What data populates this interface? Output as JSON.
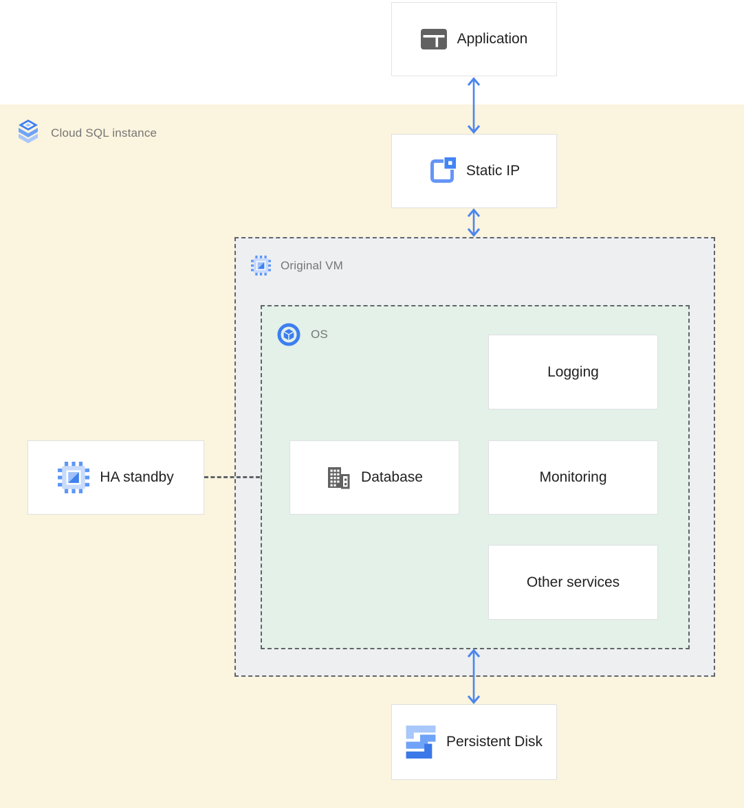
{
  "diagram": {
    "zones": {
      "cloud_sql": {
        "label": "Cloud SQL instance",
        "icon": "cloud-sql-icon",
        "bg": "#FBF4DE"
      },
      "original_vm": {
        "label": "Original VM",
        "icon": "compute-engine-icon",
        "bg": "#EDEFF1"
      },
      "os": {
        "label": "OS",
        "icon": "os-icon",
        "bg": "#E3F1E9"
      }
    },
    "nodes": {
      "application": {
        "label": "Application",
        "icon": "app-window-icon"
      },
      "static_ip": {
        "label": "Static IP",
        "icon": "external-ip-icon"
      },
      "ha_standby": {
        "label": "HA standby",
        "icon": "compute-engine-icon"
      },
      "database": {
        "label": "Database",
        "icon": "building-icon"
      },
      "logging": {
        "label": "Logging"
      },
      "monitoring": {
        "label": "Monitoring"
      },
      "other_services": {
        "label": "Other services"
      },
      "persistent_disk": {
        "label": "Persistent\nDisk",
        "icon": "persistent-disk-icon"
      }
    },
    "connections": [
      {
        "from": "application",
        "to": "static_ip",
        "style": "double-arrow",
        "color": "#4285F4"
      },
      {
        "from": "static_ip",
        "to": "original_vm",
        "style": "double-arrow",
        "color": "#4285F4"
      },
      {
        "from": "os",
        "to": "persistent_disk",
        "style": "double-arrow",
        "color": "#4285F4"
      },
      {
        "from": "ha_standby",
        "to": "os",
        "style": "dashed-line",
        "color": "#5F6368"
      }
    ],
    "colors": {
      "arrow_blue": "#4C85EE",
      "zone_yellow": "#FBF4DE",
      "zone_gray": "#EDEFF1",
      "zone_green": "#E3F1E9",
      "dashed_border": "#5F6368",
      "node_border": "#DEE0E2",
      "node_text": "#212121",
      "zone_label_text": "#757575",
      "icon_gray": "#616161",
      "icon_blue": "#4285F4",
      "icon_blue_medium": "#6FA3F7",
      "icon_blue_light": "#A8C7FA"
    }
  }
}
